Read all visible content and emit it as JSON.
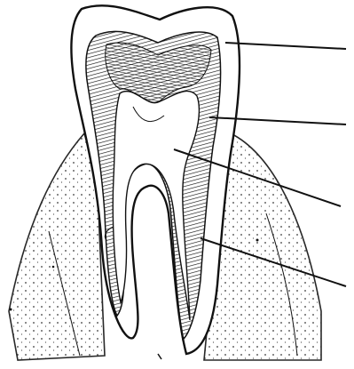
{
  "figure": {
    "subject": "tooth-cross-section",
    "colors": {
      "ink": "#111111",
      "paper": "#ffffff",
      "gum_shade": "#cfcfcf"
    },
    "labels": [
      {
        "id": "enamel",
        "text": ""
      },
      {
        "id": "dentin",
        "text": ""
      },
      {
        "id": "pulp-cavity",
        "text": ""
      },
      {
        "id": "cement-root",
        "text": ""
      }
    ]
  }
}
